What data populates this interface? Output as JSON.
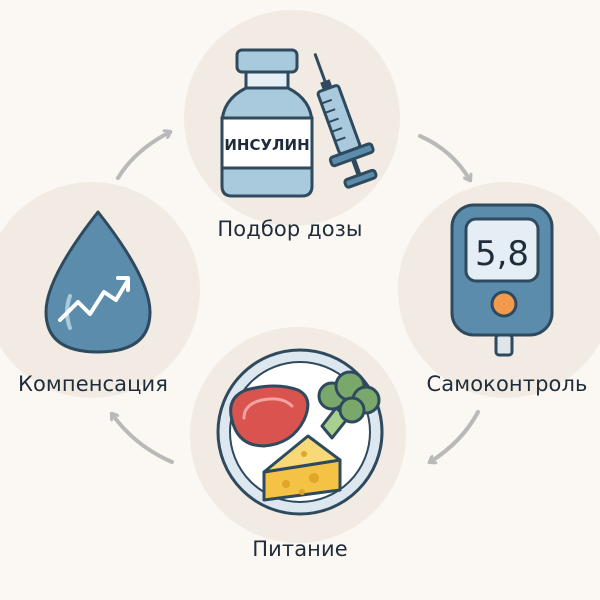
{
  "colors": {
    "background": "#fbf8f3",
    "circle": "#f1ebe3",
    "outline": "#2f4a5e",
    "blue": "#5b8cab",
    "blue_light": "#a9c9dc",
    "arrow": "#b9b9b9",
    "meat": "#d9534f",
    "broccoli": "#7aa86b",
    "cheese": "#f4c244",
    "meter_button": "#f19a4b"
  },
  "nodes": {
    "dose": {
      "label": "Подбор дозы",
      "vial_text": "ИНСУЛИН",
      "icons": [
        "insulin-vial-icon",
        "syringe-icon"
      ]
    },
    "self_control": {
      "label": "Самоконтроль",
      "reading": "5,8",
      "icons": [
        "glucometer-icon"
      ]
    },
    "nutrition": {
      "label": "Питание",
      "icons": [
        "plate-icon",
        "steak-icon",
        "broccoli-icon",
        "cheese-icon"
      ]
    },
    "compensation": {
      "label": "Компенсация",
      "icons": [
        "blood-drop-icon",
        "trend-up-icon"
      ]
    }
  }
}
